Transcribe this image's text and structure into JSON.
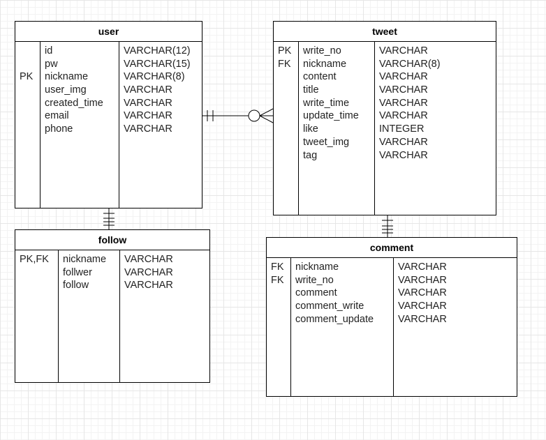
{
  "tables": {
    "user": {
      "name": "user",
      "keys": [
        "",
        "",
        "PK",
        "",
        "",
        "",
        ""
      ],
      "fields": [
        "id",
        "pw",
        "nickname",
        "user_img",
        "created_time",
        "email",
        "phone"
      ],
      "types": [
        "VARCHAR(12)",
        "VARCHAR(15)",
        "VARCHAR(8)",
        "VARCHAR",
        "VARCHAR",
        "VARCHAR",
        "VARCHAR"
      ]
    },
    "tweet": {
      "name": "tweet",
      "keys": [
        "PK",
        "FK",
        "",
        "",
        "",
        "",
        "",
        "",
        ""
      ],
      "fields": [
        "write_no",
        "nickname",
        "content",
        "title",
        "write_time",
        "update_time",
        "like",
        "tweet_img",
        "tag"
      ],
      "types": [
        "VARCHAR",
        "VARCHAR(8)",
        "VARCHAR",
        "VARCHAR",
        "VARCHAR",
        "VARCHAR",
        "INTEGER",
        "VARCHAR",
        "VARCHAR"
      ]
    },
    "follow": {
      "name": "follow",
      "keys": [
        "PK,FK",
        "",
        ""
      ],
      "fields": [
        "nickname",
        "follwer",
        "follow"
      ],
      "types": [
        "VARCHAR",
        "VARCHAR",
        "VARCHAR"
      ]
    },
    "comment": {
      "name": "comment",
      "keys": [
        "FK",
        "FK",
        "",
        "",
        ""
      ],
      "fields": [
        "nickname",
        "write_no",
        "comment",
        "comment_write",
        "comment_update"
      ],
      "types": [
        "VARCHAR",
        "VARCHAR",
        "VARCHAR",
        "VARCHAR",
        "VARCHAR"
      ]
    }
  }
}
